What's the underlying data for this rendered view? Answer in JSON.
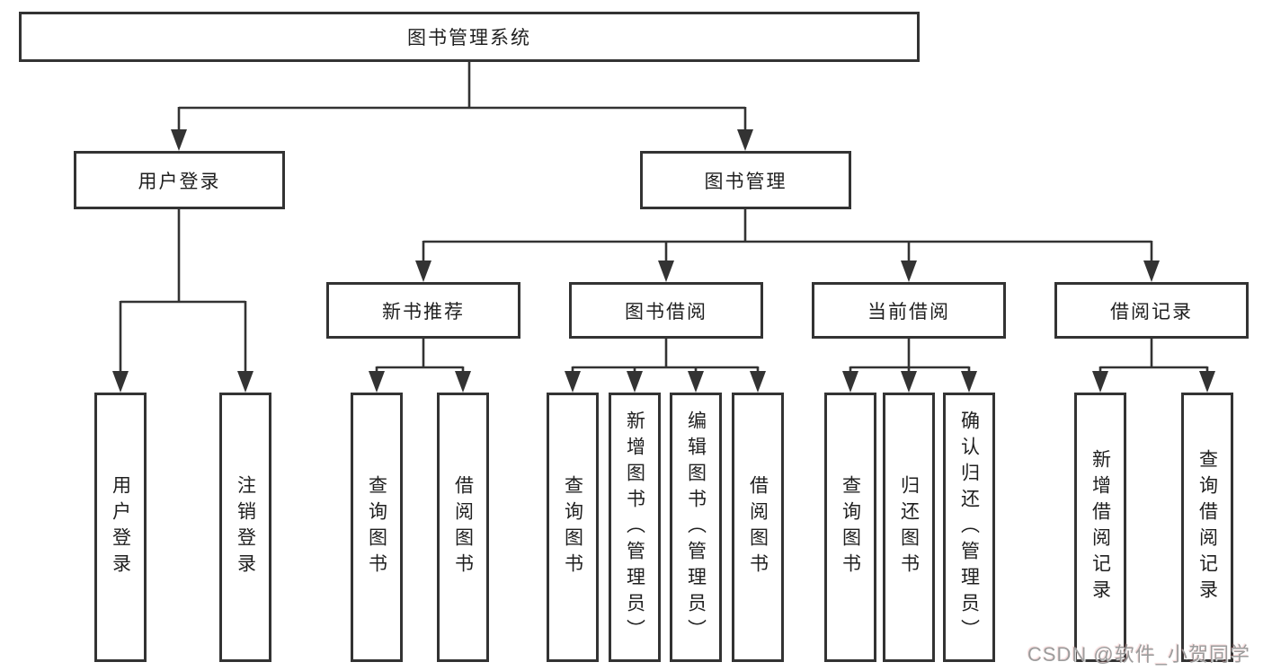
{
  "nodes": {
    "root": "图书管理系统",
    "user_login": "用户登录",
    "book_management": "图书管理",
    "new_book_recommend": "新书推荐",
    "book_borrow": "图书借阅",
    "current_borrow": "当前借阅",
    "borrow_records": "借阅记录",
    "leaves": {
      "user_login_group": [
        "用户登录",
        "注销登录"
      ],
      "new_book_group": [
        "查询图书",
        "借阅图书"
      ],
      "book_borrow_group": [
        "查询图书",
        "新增图书（管理员）",
        "编辑图书（管理员）",
        "借阅图书"
      ],
      "current_borrow_group": [
        "查询图书",
        "归还图书",
        "确认归还（管理员）"
      ],
      "borrow_record_group": [
        "新增借阅记录",
        "查询借阅记录"
      ]
    }
  },
  "watermark": "CSDN @软件_小贺同学",
  "colors": {
    "line": "#333333",
    "text": "#1f1f1f",
    "background": "#ffffff"
  }
}
